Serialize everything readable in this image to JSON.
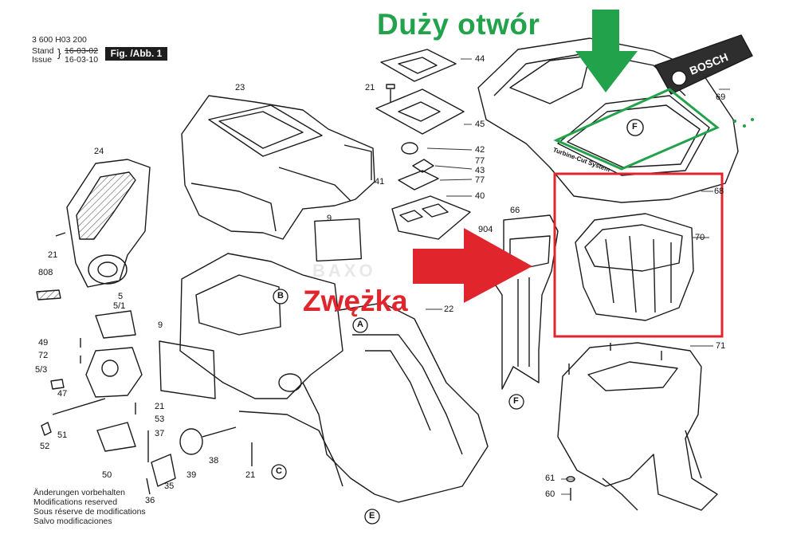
{
  "header": {
    "doc_number": "3 600 H03 200",
    "stand_label": "Stand",
    "stand_date": "16-03-02",
    "issue_label": "Issue",
    "issue_date": "16-03-10",
    "fig_label": "Fig. /Abb. 1"
  },
  "annotations": {
    "large_opening": "Duży otwór",
    "narrowing": "Zwężka"
  },
  "watermark": "BAXO",
  "brand_logo": "BOSCH",
  "hopper_text": "Turbine-Cut System",
  "notes": [
    "Änderungen vorbehalten",
    "Modifications reserved",
    "Sous réserve de modifications",
    "Salvo modificaciones"
  ],
  "part_numbers": [
    "44",
    "21",
    "23",
    "45",
    "42",
    "77",
    "43",
    "41",
    "77",
    "40",
    "24",
    "9",
    "66",
    "904",
    "21",
    "808",
    "5",
    "5/1",
    "49",
    "72",
    "5/3",
    "47",
    "9",
    "21",
    "53",
    "51",
    "52",
    "37",
    "50",
    "35",
    "39",
    "38",
    "21",
    "36",
    "22",
    "68",
    "70",
    "71",
    "61",
    "60",
    "69"
  ],
  "section_markers": [
    "A",
    "B",
    "C",
    "E",
    "F",
    "F"
  ],
  "colors": {
    "green_annotation": "#22a24a",
    "red_annotation": "#e0262c",
    "line_art": "#1a1a1a"
  },
  "icons": [
    "green-arrow-down-icon",
    "red-arrow-right-icon",
    "bosch-logo-icon"
  ]
}
